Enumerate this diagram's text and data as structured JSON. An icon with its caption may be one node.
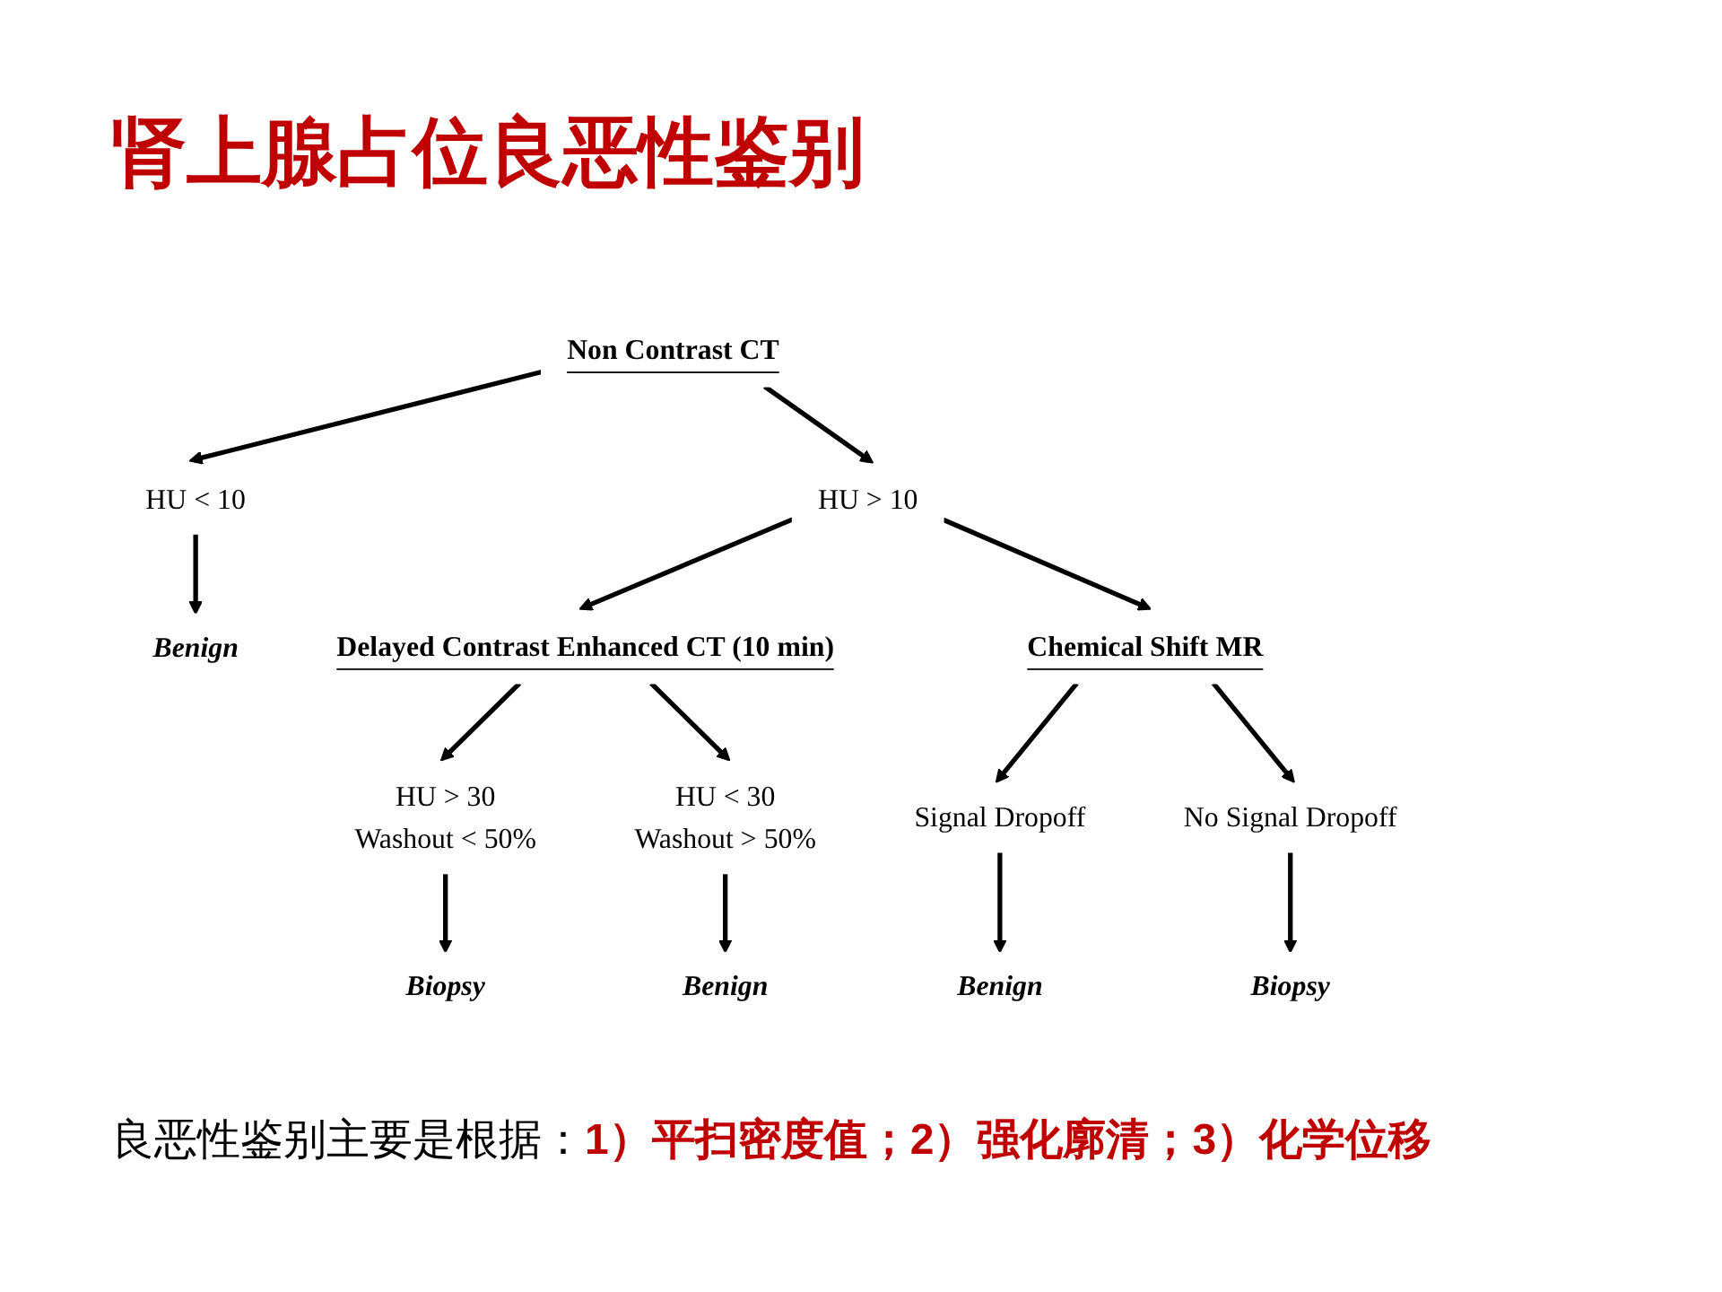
{
  "diagram": {
    "title": "肾上腺占位良恶性鉴别",
    "nodes": [
      {
        "text": [
          "Non Contrast CT"
        ]
      },
      {
        "text": [
          "HU < 10"
        ]
      },
      {
        "text": [
          "HU > 10"
        ]
      },
      {
        "text": [
          "Benign"
        ]
      },
      {
        "text": [
          "Delayed Contrast Enhanced CT (10 min)"
        ]
      },
      {
        "text": [
          "Chemical Shift MR"
        ]
      },
      {
        "text": [
          "HU > 30",
          "Washout < 50%"
        ]
      },
      {
        "text": [
          "HU < 30",
          "Washout > 50%"
        ]
      },
      {
        "text": [
          "Biopsy"
        ]
      },
      {
        "text": [
          "Benign"
        ]
      },
      {
        "text": [
          "Signal Dropoff"
        ]
      },
      {
        "text": [
          "No Signal Dropoff"
        ]
      },
      {
        "text": [
          "Benign"
        ]
      },
      {
        "text": [
          "Biopsy"
        ]
      }
    ],
    "edges": [
      {
        "from": 0,
        "to": 1,
        "arrow": "to"
      },
      {
        "from": 0,
        "to": 2,
        "arrow": "to"
      },
      {
        "from": 1,
        "to": 3,
        "arrow": "to"
      },
      {
        "from": 2,
        "to": 4,
        "arrow": "to"
      },
      {
        "from": 2,
        "to": 5,
        "arrow": "to"
      },
      {
        "from": 4,
        "to": 6,
        "arrow": "to"
      },
      {
        "from": 4,
        "to": 7,
        "arrow": "to"
      },
      {
        "from": 6,
        "to": 8,
        "arrow": "to"
      },
      {
        "from": 7,
        "to": 9,
        "arrow": "to"
      },
      {
        "from": 5,
        "to": 10,
        "arrow": "to"
      },
      {
        "from": 5,
        "to": 11,
        "arrow": "to"
      },
      {
        "from": 10,
        "to": 12,
        "arrow": "to"
      },
      {
        "from": 11,
        "to": 13,
        "arrow": "to"
      }
    ],
    "caption": "良恶性鉴别主要是根据：**1）平扫密度值；2）强化廓清；3）化学位移**"
  }
}
